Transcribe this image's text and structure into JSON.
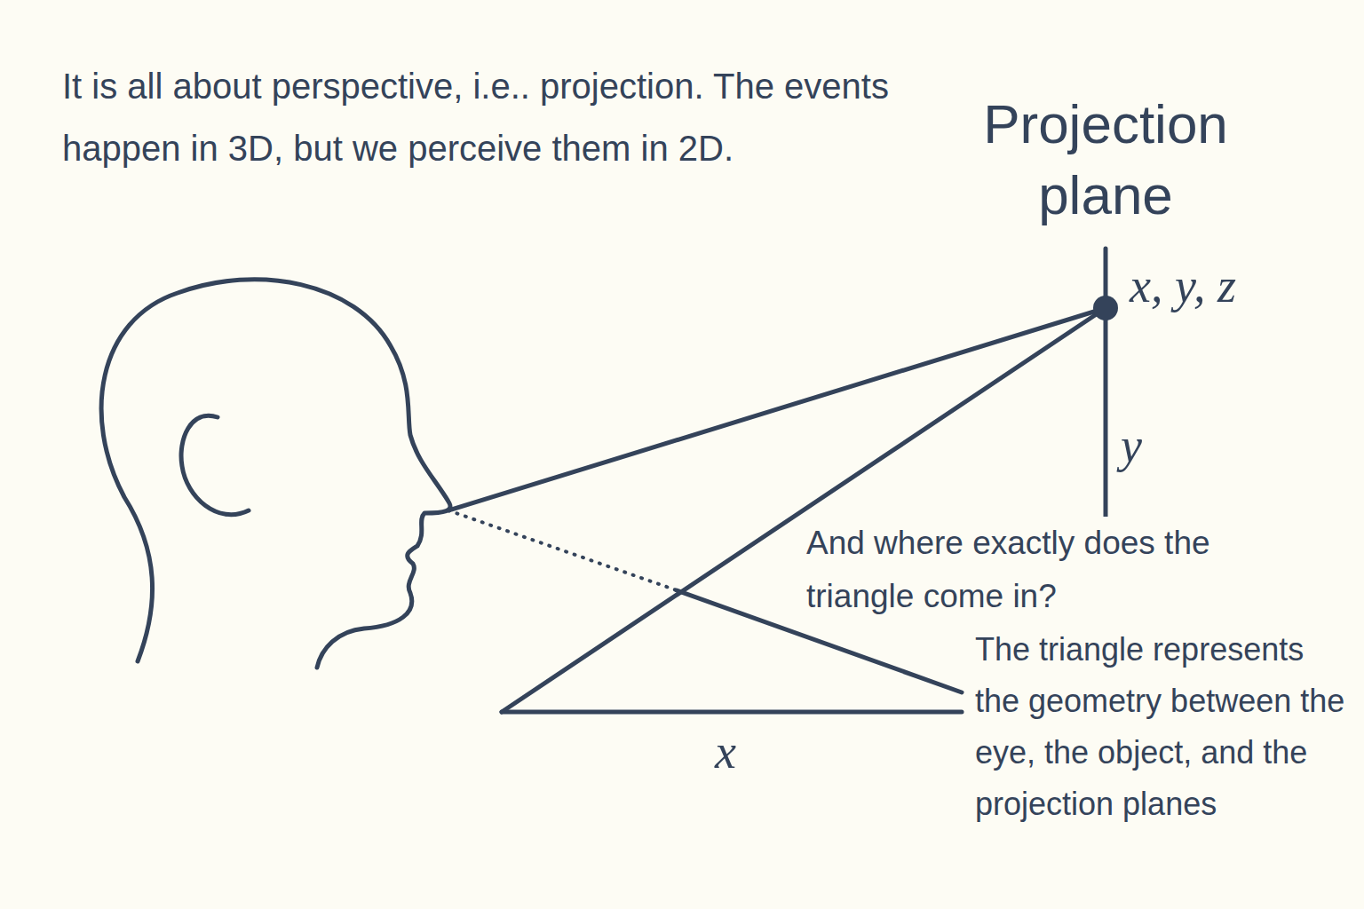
{
  "diagram": {
    "labels": [
      "It is all about perspective, i.e.. projection. The events happen in 3D, but we perceive them in 2D.",
      "Projection plane",
      "x, y, z",
      "y",
      "And where exactly does the triangle come in?",
      "The triangle represents the geometry between the eye, the object, and the projection planes",
      "x"
    ]
  }
}
